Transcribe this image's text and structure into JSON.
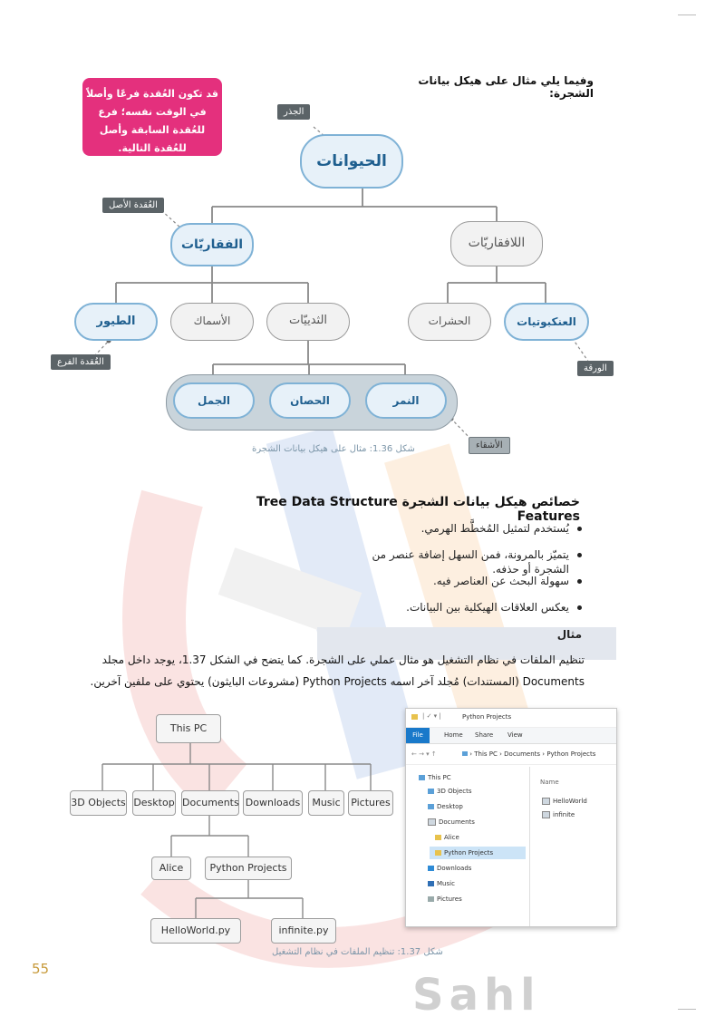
{
  "intro": "وفيما يلي مثال على هيكل بيانات الشجرة:",
  "note": "قد تكون العُقدة فرعًا وأصلاً في الوقت نفسه؛ فرع للعُقدة السابقة وأصل للعُقدة التالية.",
  "tags": {
    "root": "الجذر",
    "parent": "العُقدة الأصل",
    "child": "العُقدة الفرع",
    "leaf": "الورقة",
    "siblings": "الأشقاء"
  },
  "tree": {
    "root": "الحيوانات",
    "vertebrates": "الفقاريّات",
    "invertebrates": "اللافقاريّات",
    "birds": "الطيور",
    "fish": "الأسماك",
    "mammals": "الثدييّات",
    "insects": "الحشرات",
    "spiders": "العنكبوتيات",
    "tiger": "النمر",
    "horse": "الحصان",
    "camel": "الجمل"
  },
  "caption1": "شكل 1.36: مثال على هيكل بيانات الشجرة",
  "features_title": "خصائص هيكل بيانات الشجرة Tree Data Structure Features",
  "features": [
    "يُستخدم لتمثيل المُخطَّط الهرمي.",
    "يتميّز بالمرونة، فمن السهل إضافة عنصر من الشجرة أو حذفه.",
    "سهولة البحث عن العناصر فيه.",
    "يعكس العلاقات الهيكلية بين البيانات."
  ],
  "example_label": "مثال",
  "example_line1": "تنظيم الملفات في نظام التشغيل هو مثال عملي على الشجرة. كما يتضح في الشكل 1.37، يوجد داخل مجلد",
  "example_line2": "Documents (المستندات) مُجلد آخر اسمه Python Projects (مشروعات البايثون) يحتوي على ملفين آخرين.",
  "fs": {
    "root": "This PC",
    "children": [
      "3D Objects",
      "Desktop",
      "Documents",
      "Downloads",
      "Music",
      "Pictures"
    ],
    "doc_children": [
      "Alice",
      "Python Projects"
    ],
    "proj_children": [
      "HelloWorld.py",
      "infinite.py"
    ]
  },
  "explorer": {
    "title": "Python Projects",
    "tabs": [
      "File",
      "Home",
      "Share",
      "View"
    ],
    "breadcrumb": [
      "This PC",
      "Documents",
      "Python Projects"
    ],
    "column_header": "Name",
    "files": [
      "HelloWorld",
      "infinite"
    ],
    "nav": [
      "This PC",
      "3D Objects",
      "Desktop",
      "Documents",
      "Alice",
      "Python Projects",
      "Downloads",
      "Music",
      "Pictures"
    ]
  },
  "caption2": "شكل 1.37: تنظيم الملفات في نظام التشغيل",
  "watermark": "Sahl",
  "page_number": "55"
}
